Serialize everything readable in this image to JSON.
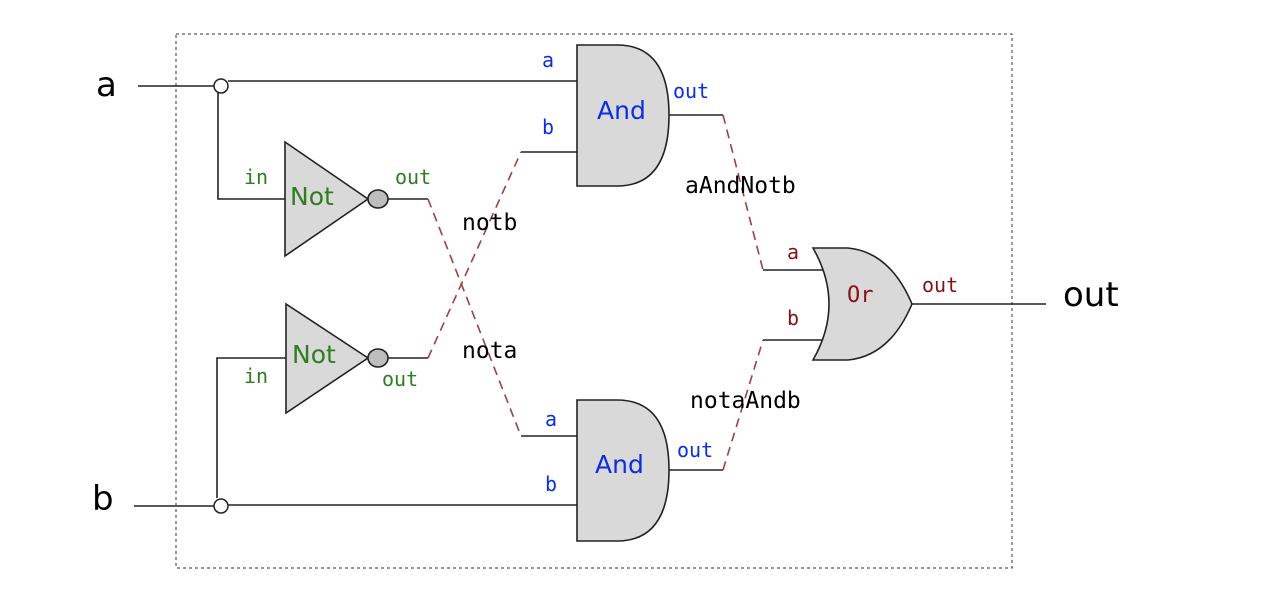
{
  "inputs": {
    "a": "a",
    "b": "b"
  },
  "output": "out",
  "gates": {
    "not_top": {
      "label": "Not",
      "in": "in",
      "out": "out"
    },
    "not_bottom": {
      "label": "Not",
      "in": "in",
      "out": "out"
    },
    "and_top": {
      "label": "And",
      "a": "a",
      "b": "b",
      "out": "out"
    },
    "and_bottom": {
      "label": "And",
      "a": "a",
      "b": "b",
      "out": "out"
    },
    "or": {
      "label": "Or",
      "a": "a",
      "b": "b",
      "out": "out"
    }
  },
  "wires": {
    "notb": "notb",
    "nota": "nota",
    "aAndNotb": "aAndNotb",
    "notaAndb": "notaAndb"
  },
  "colors": {
    "not_label": "#2e7d1f",
    "and_label": "#0a2ee0",
    "or_label": "#8b1010",
    "wire": "#222222",
    "dashed_wire": "#a04040",
    "gate_fill": "#d9d9d9"
  }
}
